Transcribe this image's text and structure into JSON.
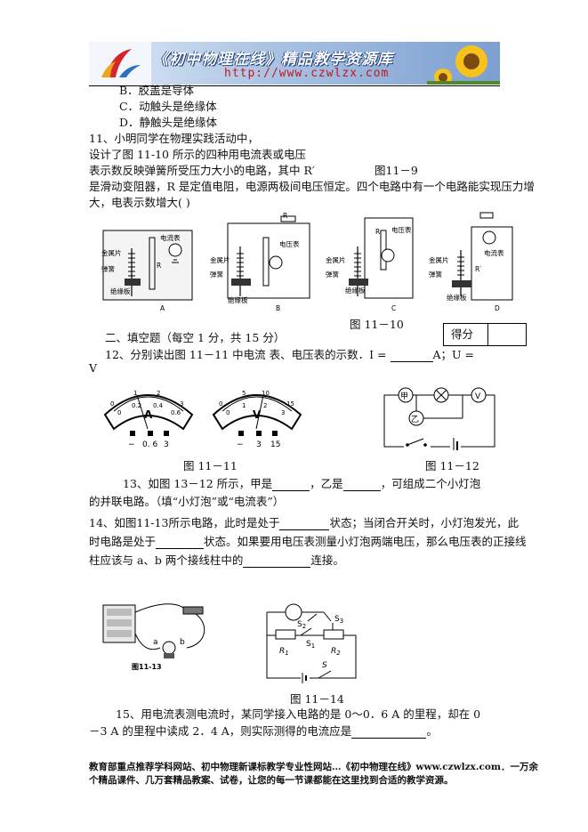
{
  "header": {
    "title": "《初中物理在线》精品教学资源库",
    "url": "http://www.czwlzx.com"
  },
  "q10_options": {
    "b": "B．胶盖是导体",
    "c": "C．动触头是绝缘体",
    "d": "D．静触头是绝缘体"
  },
  "q11": {
    "l1": "11、小明同学在物理实践活动中，",
    "l2": "设计了图 11-10 所示的四种用电流表或电压",
    "l3": "表示数反映弹簧所受压力大小的电路，其中 R′",
    "fig9": "图11－9",
    "l4": "是滑动变阻器，R 是定值电阻，电源两极间电压恒定。四个电路中有一个电路能实现压力增",
    "l5": "大，电表示数增大(      )",
    "labels": {
      "plate": "金属片",
      "spring": "弹簧",
      "insulator": "绝缘板",
      "ammeter": "电流表",
      "voltmeter": "电压表",
      "r": "R",
      "rp": "R′",
      "a": "A",
      "b": "B",
      "c": "C",
      "d": "D"
    },
    "caption": "图 11－10"
  },
  "section2": {
    "title": "二、填空题（每空 1 分，共 15 分）",
    "score_label": "得分"
  },
  "q12": {
    "text_a": "12、分别读出图 11－11 中电流 表、电压表的示数．I  =",
    "text_b": "A；U =",
    "text_c": "V",
    "meter_a": {
      "symbol": "A",
      "scale_top": [
        "0",
        "1",
        "2",
        "3"
      ],
      "scale_bottom": [
        "0",
        "0.2",
        "0.4",
        "0.6"
      ],
      "terminals": [
        "−",
        "0. 6",
        "3"
      ]
    },
    "meter_v": {
      "symbol": "V",
      "scale_top": [
        "0",
        "5",
        "10",
        "15"
      ],
      "scale_bottom": [
        "0",
        "1",
        "2",
        "3"
      ],
      "terminals": [
        "−",
        "3",
        "15"
      ]
    },
    "caption_11": "图 11－11",
    "circuit12": {
      "jia": "甲",
      "yi": "乙",
      "v": "V"
    },
    "caption_12": "图 11－12"
  },
  "q13": {
    "text_a": "13、如图 13－12 所示，甲是",
    "text_b": "，乙是",
    "text_c": "，可组成二个小灯泡",
    "text_d": "的并联电路。（填“小灯泡”或“电流表”）"
  },
  "q14": {
    "l1a": "14、如图11-13所示电路，此时是处于",
    "l1b": "状态；当闭合开关时，小灯泡发光，此",
    "l2a": "时电路是处于",
    "l2b": "状态。如果要用电压表测量小灯泡两端电压，那么电压表的正接线",
    "l3a": "柱应该与 a、b 两个接线柱中的",
    "l3b": "连接。",
    "fig13": {
      "a": "a",
      "b": "b",
      "caption": "图11-13"
    },
    "fig14": {
      "s1": "S",
      "s2": "S",
      "s3": "S",
      "s": "S",
      "r1": "R",
      "r2": "R",
      "sub1": "1",
      "sub2": "2",
      "sub3": "3"
    },
    "caption_14": "图 11－14"
  },
  "q15": {
    "l1": "15、用电流表测电流时，某同学接入电路的是 0～0．6 A 的里程，却在 0",
    "l2a": "－3 A 的里程中读成 2．4 A，则实际测得的电流应是",
    "l2b": "。"
  },
  "footer": {
    "l1": "教育部重点推荐学科网站、初中物理新课标教学专业性网站…《初中物理在线》www.czwlzx.com．一万余",
    "l2": "个精品课件、几万套精品教案、试卷，让您的每一节课都能在这里找到合适的教学资源。"
  }
}
